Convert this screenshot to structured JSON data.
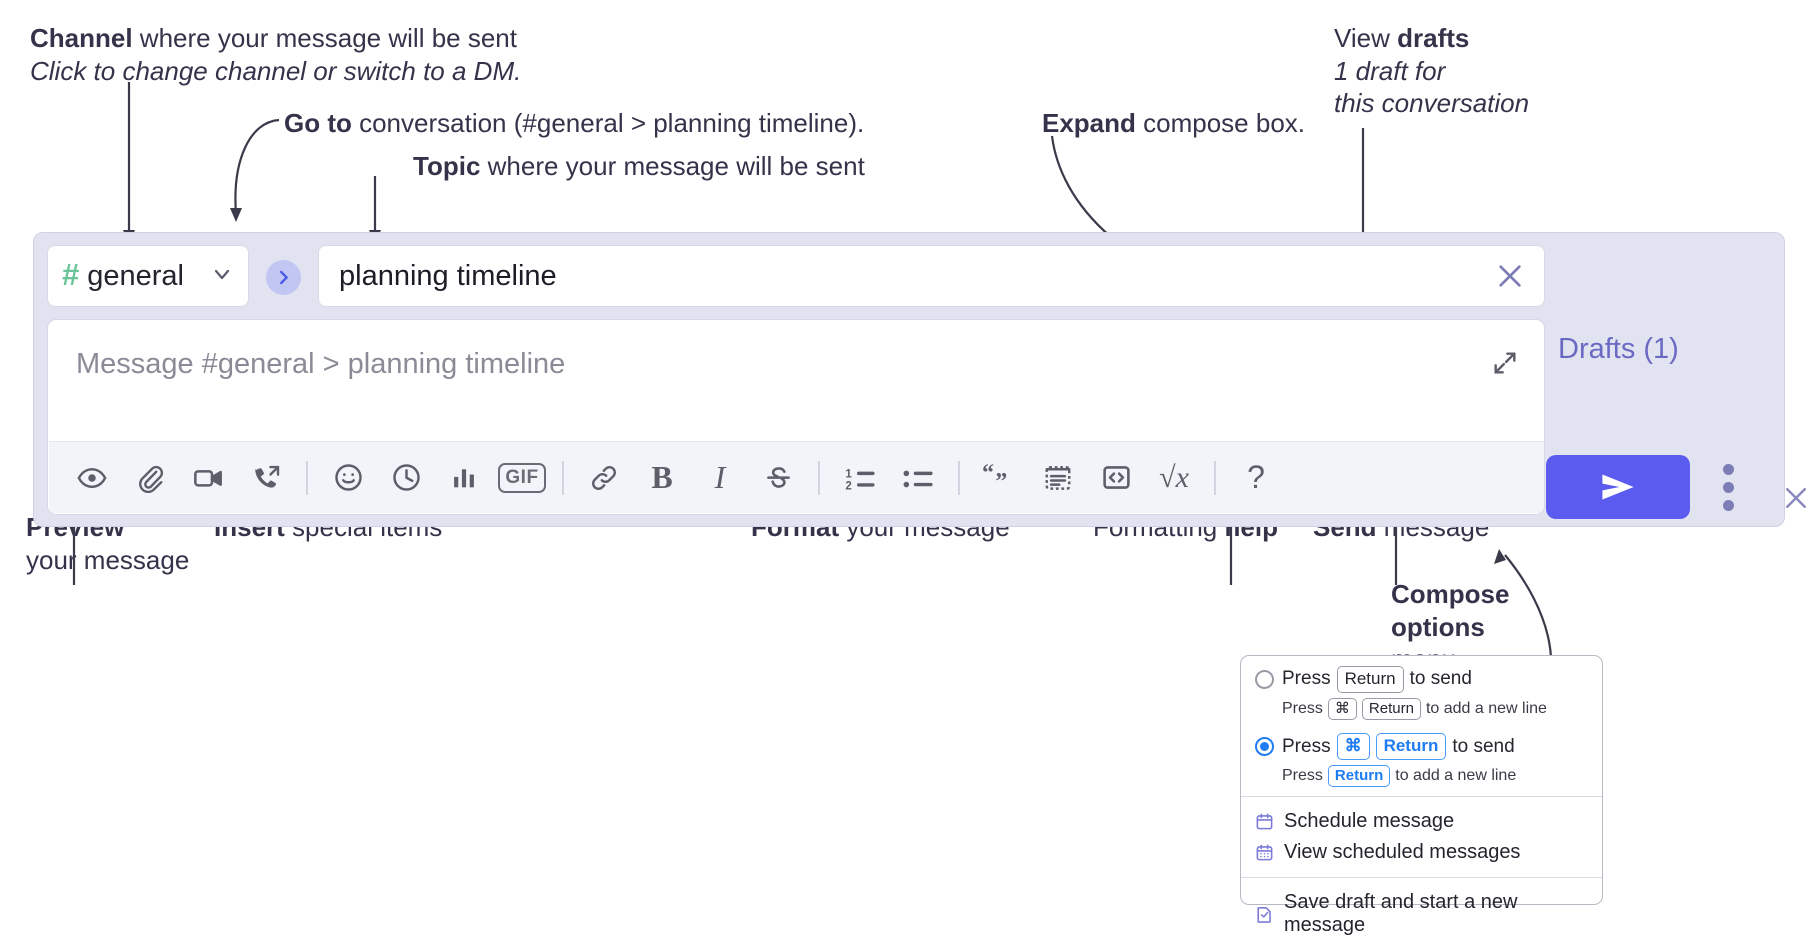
{
  "annotations": {
    "channel": {
      "bold": "Channel",
      "rest": " where your message will be sent",
      "sub": "Click to change channel or switch to a DM."
    },
    "goto": {
      "bold": "Go to",
      "rest": " conversation (#general > planning timeline)."
    },
    "topic": {
      "bold": "Topic",
      "rest": " where your message will be sent"
    },
    "expand": {
      "bold": "Expand",
      "rest": " compose box."
    },
    "drafts": {
      "plain": "View ",
      "bold": "drafts",
      "sub1": "1 draft for",
      "sub2": "this conversation"
    },
    "preview": {
      "bold": "Preview",
      "sub": "your message"
    },
    "insert": {
      "bold": "Insert",
      "rest": " special items"
    },
    "format": {
      "bold": "Format",
      "rest": " your message"
    },
    "help": {
      "plain": "Formatting ",
      "bold": "help"
    },
    "send": {
      "bold": "Send",
      "rest": " message"
    },
    "compose_options": {
      "bold1": "Compose",
      "bold2": "options",
      "rest": "menu"
    }
  },
  "compose": {
    "channel_name": "general",
    "channel_hash": "#",
    "topic_value": "planning timeline",
    "message_placeholder": "Message #general > planning timeline",
    "drafts_label": "Drafts (1)",
    "toolbar_items": [
      {
        "name": "preview-icon",
        "kind": "icon"
      },
      {
        "name": "attachment-icon",
        "kind": "icon"
      },
      {
        "name": "video-clip-icon",
        "kind": "icon"
      },
      {
        "name": "audio-clip-icon",
        "kind": "icon"
      },
      {
        "name": "separator",
        "kind": "sep"
      },
      {
        "name": "emoji-icon",
        "kind": "icon"
      },
      {
        "name": "recent-icon",
        "kind": "icon"
      },
      {
        "name": "poll-icon",
        "kind": "icon"
      },
      {
        "name": "gif-icon",
        "kind": "text",
        "label": "GIF"
      },
      {
        "name": "separator",
        "kind": "sep"
      },
      {
        "name": "link-icon",
        "kind": "icon"
      },
      {
        "name": "bold-icon",
        "kind": "text",
        "label": "B"
      },
      {
        "name": "italic-icon",
        "kind": "text",
        "label": "I"
      },
      {
        "name": "strikethrough-icon",
        "kind": "icon"
      },
      {
        "name": "separator",
        "kind": "sep"
      },
      {
        "name": "ordered-list-icon",
        "kind": "icon"
      },
      {
        "name": "bulleted-list-icon",
        "kind": "icon"
      },
      {
        "name": "separator",
        "kind": "sep"
      },
      {
        "name": "blockquote-icon",
        "kind": "text",
        "label": "“”"
      },
      {
        "name": "code-block-icon",
        "kind": "icon"
      },
      {
        "name": "code-icon",
        "kind": "icon"
      },
      {
        "name": "math-icon",
        "kind": "text",
        "label": "√x"
      },
      {
        "name": "separator",
        "kind": "sep"
      },
      {
        "name": "formatting-help-icon",
        "kind": "text",
        "label": "?"
      }
    ]
  },
  "options_menu": {
    "option1": {
      "selected": false,
      "pre": "Press",
      "key": "Return",
      "post": "to send",
      "sub_pre": "Press",
      "sub_key1": "⌘",
      "sub_key2": "Return",
      "sub_post": "to add a new line"
    },
    "option2": {
      "selected": true,
      "pre": "Press",
      "key1": "⌘",
      "key2": "Return",
      "post": "to send",
      "sub_pre": "Press",
      "sub_key": "Return",
      "sub_post": "to add a new line"
    },
    "items": [
      {
        "icon": "calendar-schedule-icon",
        "label": "Schedule message"
      },
      {
        "icon": "calendar-grid-icon",
        "label": "View scheduled messages"
      },
      {
        "icon": "save-draft-icon",
        "label": "Save draft and start a new message"
      }
    ]
  },
  "colors": {
    "panel_bg": "#e2e3f1",
    "send_button": "#5b5bf0",
    "drafts_text": "#6a6ac4",
    "hash_green": "#6ac497",
    "accent_blue": "#1f7cf2",
    "menu_icon_purple": "#7b7bd8"
  }
}
